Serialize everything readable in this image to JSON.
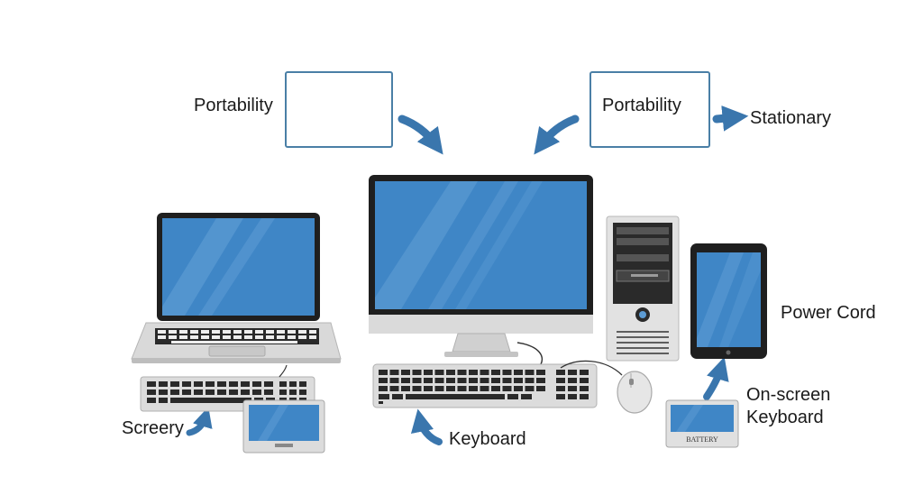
{
  "labels": {
    "portability_left": "Portability",
    "portability_right": "Portability",
    "stationary": "Stationary",
    "power_cord": "Power Cord",
    "on_screen_line1": "On-screen",
    "on_screen_line2": "Keyboard",
    "keyboard": "Keyboard",
    "screery": "Screery",
    "battery": "BATTERY"
  },
  "colors": {
    "screen_blue": "#3f86c6",
    "arrow_blue": "#3a76ad",
    "box_border": "#4a7fa6",
    "bezel": "#222222",
    "silver": "#dcdcdc"
  },
  "icons": [
    "laptop-icon",
    "desktop-monitor-icon",
    "tower-icon",
    "tablet-icon",
    "keyboard-icon",
    "mouse-icon",
    "battery-device-icon",
    "mini-display-icon"
  ]
}
